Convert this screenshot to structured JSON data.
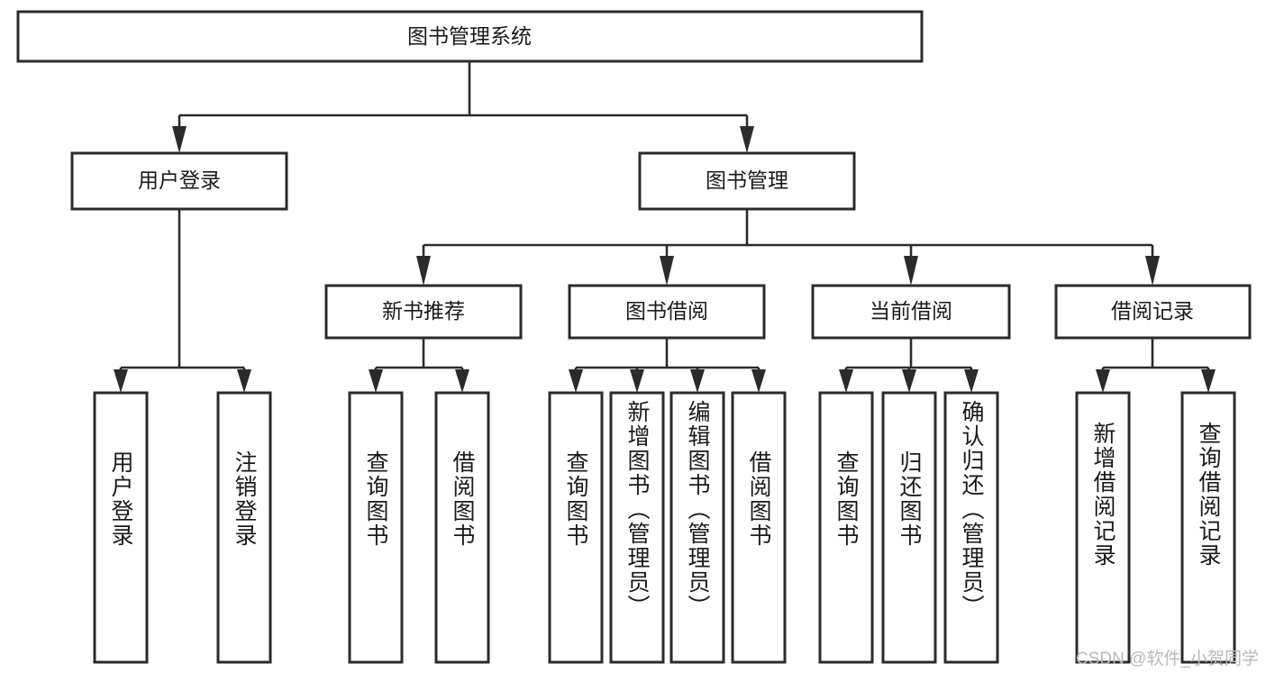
{
  "diagram": {
    "title": "图书管理系统",
    "type": "hierarchical-tree",
    "root": {
      "label": "图书管理系统"
    },
    "level2": [
      {
        "label": "用户登录"
      },
      {
        "label": "图书管理"
      }
    ],
    "level3": [
      {
        "label": "新书推荐"
      },
      {
        "label": "图书借阅"
      },
      {
        "label": "当前借阅"
      },
      {
        "label": "借阅记录"
      }
    ],
    "leaves": {
      "user_login": [
        {
          "label": "用户登录"
        },
        {
          "label": "注销登录"
        }
      ],
      "new_book_recommend": [
        {
          "label": "查询图书"
        },
        {
          "label": "借阅图书"
        }
      ],
      "book_borrow": [
        {
          "label": "查询图书"
        },
        {
          "label": "新增图书（管理员）"
        },
        {
          "label": "编辑图书（管理员）"
        },
        {
          "label": "借阅图书"
        }
      ],
      "current_borrow": [
        {
          "label": "查询图书"
        },
        {
          "label": "归还图书"
        },
        {
          "label": "确认归还（管理员）"
        }
      ],
      "borrow_record": [
        {
          "label": "新增借阅记录"
        },
        {
          "label": "查询借阅记录"
        }
      ]
    }
  },
  "watermark": {
    "text": "CSDN @软件_小贺同学"
  },
  "colors": {
    "stroke": "#2b2b2b",
    "fill": "#ffffff",
    "text": "#1a1a1a",
    "watermark": "#b9b9b9"
  }
}
